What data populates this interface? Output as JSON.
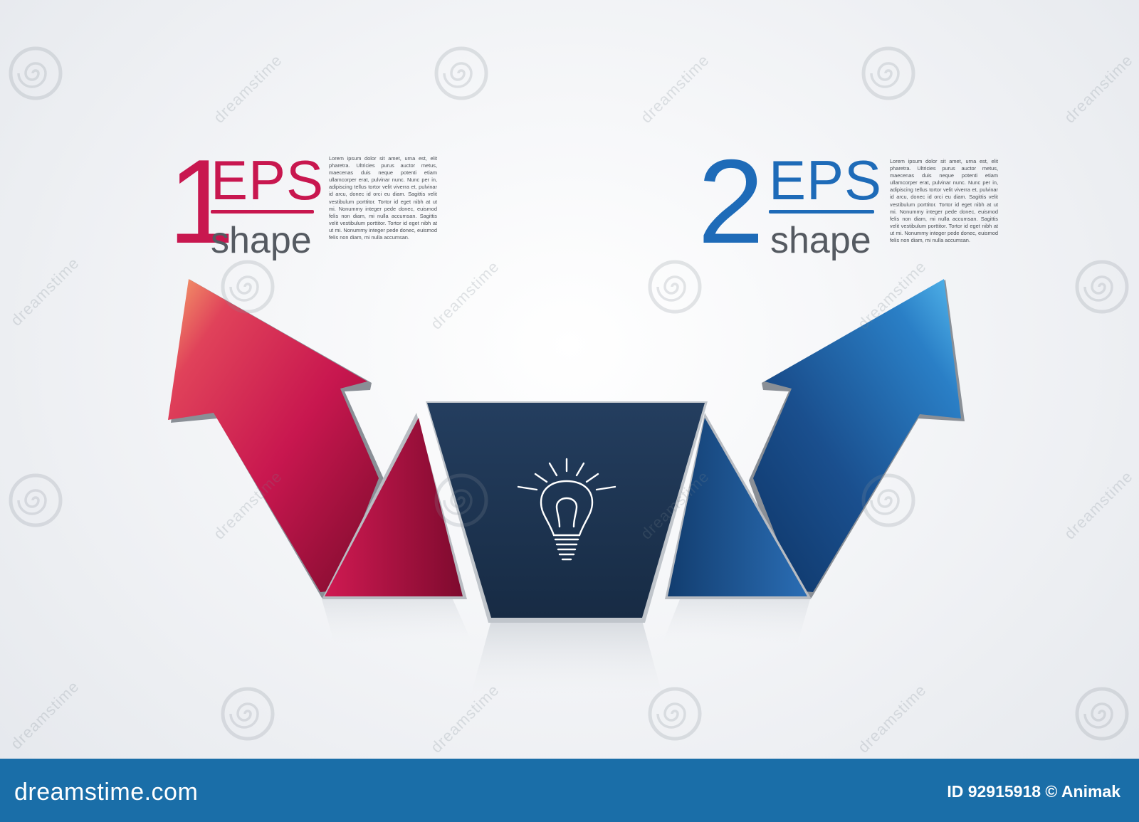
{
  "steps": [
    {
      "number": "1",
      "title": "EPS",
      "subtitle": "shape",
      "color": "#c8174f",
      "body": "Lorem ipsum dolor sit amet, urna est, elit pharetra. Ultricies purus auctor metus, maecenas duis neque potenti etiam ullamcorper erat, pulvinar nunc. Nunc per in, adipiscing tellus tortor velit viverra et, pulvinar id arcu, donec id orci eu diam. Sagittis velit vestibulum porttitor. Tortor id eget nibh at ut mi. Nonummy integer pede donec, euismod felis non diam, mi nulla accumsan. Sagittis velit vestibulum porttitor. Tortor id eget nibh at ut mi. Nonummy integer pede donec, euismod felis non diam, mi nulla accumsan."
    },
    {
      "number": "2",
      "title": "EPS",
      "subtitle": "shape",
      "color": "#1e6bb8",
      "body": "Lorem ipsum dolor sit amet, urna est, elit pharetra. Ultricies purus auctor metus, maecenas duis neque potenti etiam ullamcorper erat, pulvinar nunc. Nunc per in, adipiscing tellus tortor velit viverra et, pulvinar id arcu, donec id orci eu diam. Sagittis velit vestibulum porttitor. Tortor id eget nibh at ut mi. Nonummy integer pede donec, euismod felis non diam, mi nulla accumsan. Sagittis velit vestibulum porttitor. Tortor id eget nibh at ut mi. Nonummy integer pede donec, euismod felis non diam, mi nulla accumsan."
    }
  ],
  "center_icon": "lightbulb-icon",
  "colors": {
    "red_arrow": "#c8174f",
    "blue_arrow": "#1e5a9c",
    "center_panel": "#1d3552",
    "footer": "#1a6ea8"
  },
  "watermark": {
    "text": "dreamstime",
    "icon": "spiral-logo-icon"
  },
  "footer": {
    "site": "dreamstime.com",
    "id_text": "ID 92915918 © Animak"
  }
}
